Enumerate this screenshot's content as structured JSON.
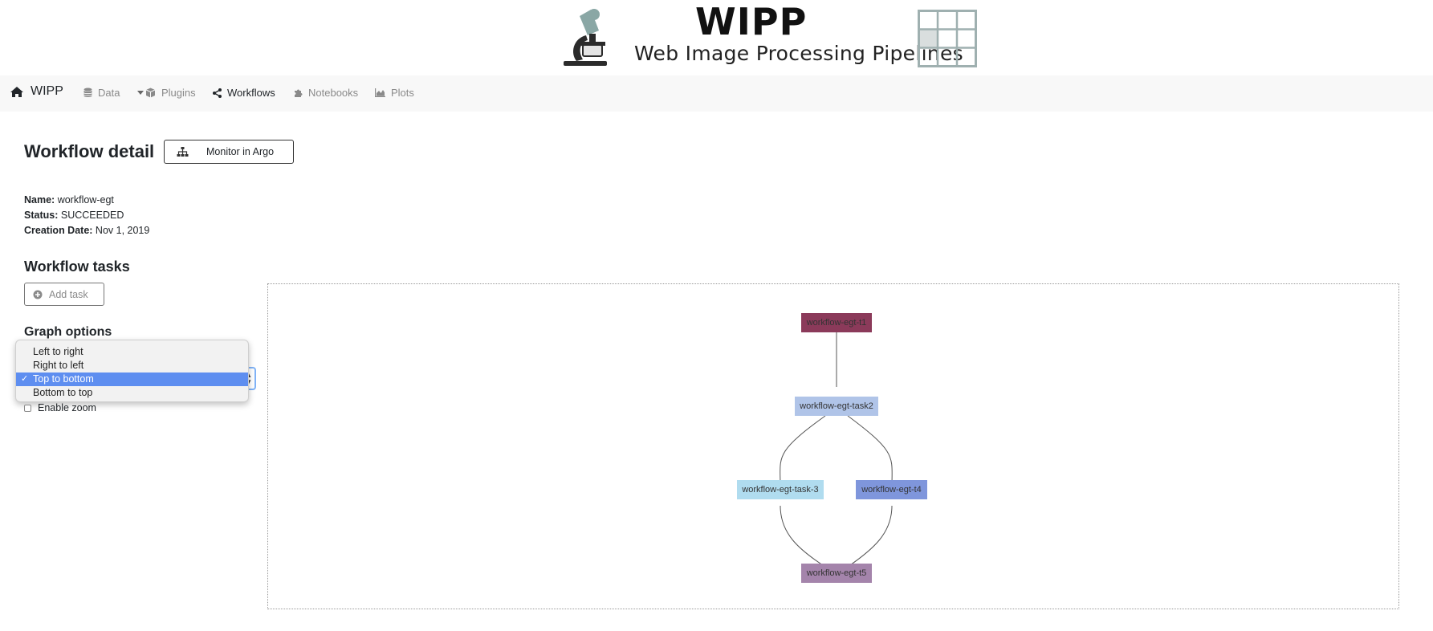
{
  "banner": {
    "title": "WIPP",
    "subtitle": "Web Image Processing Pipelines"
  },
  "nav": {
    "brand": "WIPP",
    "items": [
      {
        "label": "Data",
        "icon": "database-icon",
        "has_caret": true
      },
      {
        "label": "Plugins",
        "icon": "cube-icon"
      },
      {
        "label": "Workflows",
        "icon": "share-icon",
        "active": true
      },
      {
        "label": "Notebooks",
        "icon": "puzzle-icon"
      },
      {
        "label": "Plots",
        "icon": "area-chart-icon"
      }
    ]
  },
  "page": {
    "title": "Workflow detail",
    "monitor_button": "Monitor in Argo",
    "name_label": "Name:",
    "name_value": "workflow-egt",
    "status_label": "Status:",
    "status_value": "SUCCEEDED",
    "date_label": "Creation Date:",
    "date_value": "Nov 1, 2019"
  },
  "tasks": {
    "title": "Workflow tasks",
    "add_button": "Add task"
  },
  "graph_options": {
    "title": "Graph options",
    "direction_options": [
      "Left to right",
      "Right to left",
      "Top to bottom",
      "Bottom to top"
    ],
    "selected": "Top to bottom",
    "zoom_label": "Enable zoom",
    "zoom_enabled": false
  },
  "graph": {
    "nodes": [
      {
        "id": "t1",
        "label": "workflow-egt-t1",
        "color": "#8b3a5a"
      },
      {
        "id": "task2",
        "label": "workflow-egt-task2",
        "color": "#b0c4e8"
      },
      {
        "id": "task3",
        "label": "workflow-egt-task-3",
        "color": "#b0dcef"
      },
      {
        "id": "t4",
        "label": "workflow-egt-t4",
        "color": "#7f96dc"
      },
      {
        "id": "t5",
        "label": "workflow-egt-t5",
        "color": "#a484ab"
      }
    ],
    "edges": [
      [
        "t1",
        "task2"
      ],
      [
        "task2",
        "task3"
      ],
      [
        "task2",
        "t4"
      ],
      [
        "task3",
        "t5"
      ],
      [
        "t4",
        "t5"
      ]
    ]
  },
  "colors": {
    "navbar_bg": "#f8f8f8",
    "selected_option": "#5e8ef0",
    "focus_border": "#80b3f7"
  }
}
